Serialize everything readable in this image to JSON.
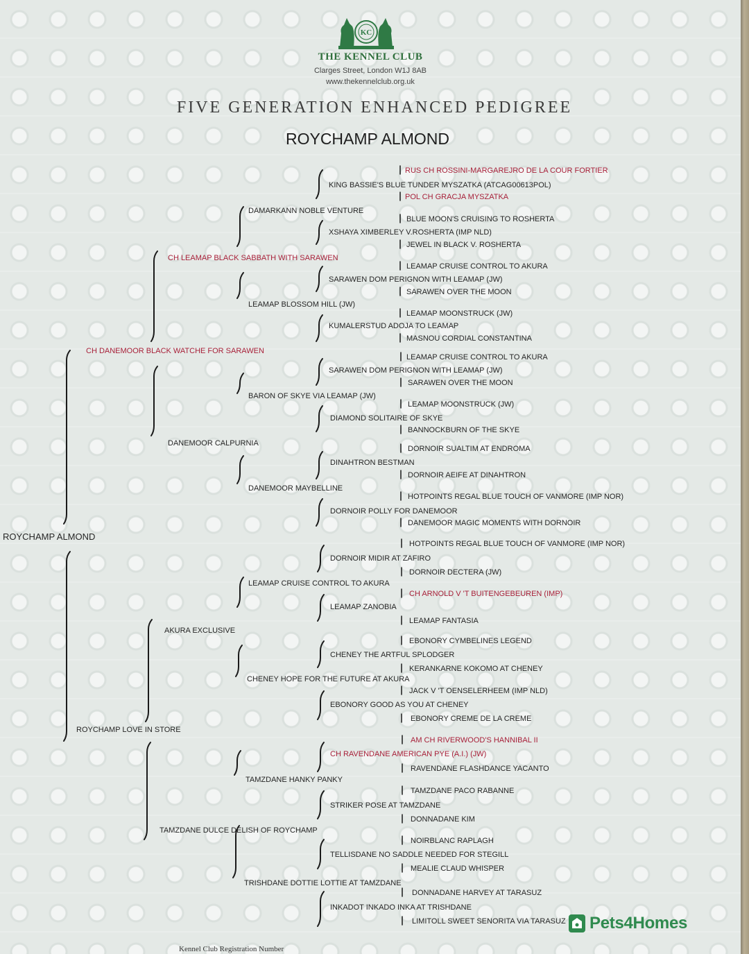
{
  "header": {
    "logo_text": "KC",
    "club_name": "THE KENNEL CLUB",
    "address": "Clarges Street, London W1J 8AB",
    "website": "www.thekennelclub.org.uk",
    "document_title": "FIVE GENERATION ENHANCED PEDIGREE",
    "dog_name": "ROYCHAMP ALMOND"
  },
  "pedigree": {
    "subject": "ROYCHAMP ALMOND",
    "sire": "CH DANEMOOR BLACK WATCHE FOR SARAWEN",
    "dam": "ROYCHAMP LOVE IN STORE",
    "gen2": [
      "CH LEAMAP BLACK SABBATH WITH SARAWEN",
      "DANEMOOR CALPURNIA",
      "AKURA EXCLUSIVE",
      "TAMZDANE DULCE DELISH OF ROYCHAMP"
    ],
    "gen3": [
      "DAMARKANN NOBLE VENTURE",
      "LEAMAP BLOSSOM HILL (JW)",
      "BARON OF SKYE VIA LEAMAP (JW)",
      "DANEMOOR MAYBELLINE",
      "LEAMAP CRUISE CONTROL TO AKURA",
      "CHENEY HOPE FOR THE FUTURE AT AKURA",
      "TAMZDANE HANKY PANKY",
      "TRISHDANE DOTTIE LOTTIE AT TAMZDANE"
    ],
    "gen4": [
      "KING BASSIE'S BLUE TUNDER MYSZATKA (ATCAG00613POL)",
      "XSHAYA XIMBERLEY V.ROSHERTA (IMP NLD)",
      "SARAWEN DOM PERIGNON WITH LEAMAP (JW)",
      "KUMALERSTUD ADOJA TO LEAMAP",
      "SARAWEN DOM PERIGNON WITH LEAMAP (JW)",
      "DIAMOND SOLITAIRE OF SKYE",
      "DINAHTRON BESTMAN",
      "DORNOIR POLLY FOR DANEMOOR",
      "DORNOIR MIDIR AT ZAFIRO",
      "LEAMAP ZANOBIA",
      "CHENEY THE ARTFUL SPLODGER",
      "EBONORY GOOD AS YOU AT CHENEY",
      "CH RAVENDANE AMERICAN PYE (A.I.) (JW)",
      "STRIKER POSE AT TAMZDANE",
      "TELLISDANE NO SADDLE NEEDED FOR STEGILL",
      "INKADOT INKADO INKA AT TRISHDANE"
    ],
    "gen5": [
      "RUS CH  ROSSINI-MARGAREJRO DE LA COUR FORTIER",
      "POL CH  GRACJA MYSZATKA",
      "BLUE MOON'S CRUISING TO ROSHERTA",
      "JEWEL IN BLACK V. ROSHERTA",
      "LEAMAP CRUISE CONTROL TO AKURA",
      "SARAWEN OVER THE MOON",
      "LEAMAP MOONSTRUCK (JW)",
      "MASNOU CORDIAL CONSTANTINA",
      "LEAMAP CRUISE CONTROL TO AKURA",
      "SARAWEN OVER THE MOON",
      "LEAMAP MOONSTRUCK (JW)",
      "BANNOCKBURN OF THE SKYE",
      "DORNOIR SUALTIM AT ENDROMA",
      "DORNOIR AEIFE AT DINAHTRON",
      "HOTPOINTS REGAL BLUE TOUCH OF VANMORE (IMP NOR)",
      "DANEMOOR MAGIC MOMENTS WITH DORNOIR",
      "HOTPOINTS REGAL BLUE TOUCH OF VANMORE (IMP NOR)",
      "DORNOIR DECTERA (JW)",
      "CH ARNOLD V 'T BUITENGEBEUREN (IMP)",
      "LEAMAP FANTASIA",
      "EBONORY CYMBELINES LEGEND",
      "KERANKARNE KOKOMO AT CHENEY",
      "JACK V 'T OENSELERHEEM (IMP NLD)",
      "EBONORY CREME DE LA CREME",
      "AM CH  RIVERWOOD'S HANNIBAL II",
      "RAVENDANE FLASHDANCE YACANTO",
      "TAMZDANE PACO RABANNE",
      "DONNADANE KIM",
      "NOIRBLANC RAPLAGH",
      "MEALIE CLAUD WHISPER",
      "DONNADANE HARVEY AT TARASUZ",
      "LIMITOLL SWEET SENORITA VIA TARASUZ"
    ]
  },
  "champion_color": "#a8213a",
  "text_color": "#262626",
  "footer": {
    "registration_label": "Kennel Club Registration Number"
  },
  "watermark": {
    "brand": "Pets4Homes",
    "color": "#2f8a4e"
  }
}
